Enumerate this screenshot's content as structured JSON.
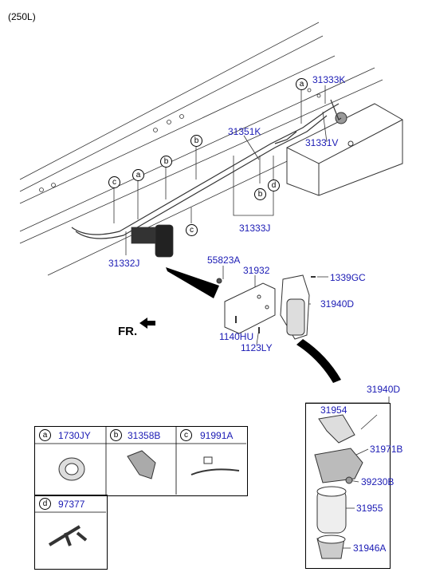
{
  "variant": "(250L)",
  "direction": "FR.",
  "callouts": {
    "p31333K": "31333K",
    "p31351K": "31351K",
    "p31331V": "31331V",
    "p31333J": "31333J",
    "p31332J": "31332J",
    "p55823A": "55823A",
    "p31932": "31932",
    "p1339GC": "1339GC",
    "p31940D": "31940D",
    "p1140HU": "1140HU",
    "p1123LY": "1123LY",
    "p31940D_detail": "31940D"
  },
  "markers": {
    "a": "a",
    "b": "b",
    "c": "c",
    "d": "d"
  },
  "detail_parts": [
    {
      "number": "31954"
    },
    {
      "number": "31971B"
    },
    {
      "number": "39230B"
    },
    {
      "number": "31955"
    },
    {
      "number": "31946A"
    }
  ],
  "legend": [
    {
      "letter": "a",
      "part": "1730JY",
      "icon": "grommet-icon"
    },
    {
      "letter": "b",
      "part": "31358B",
      "icon": "clip-icon"
    },
    {
      "letter": "c",
      "part": "91991A",
      "icon": "cable-tie-icon"
    },
    {
      "letter": "d",
      "part": "97377",
      "icon": "tee-connector-icon"
    }
  ]
}
